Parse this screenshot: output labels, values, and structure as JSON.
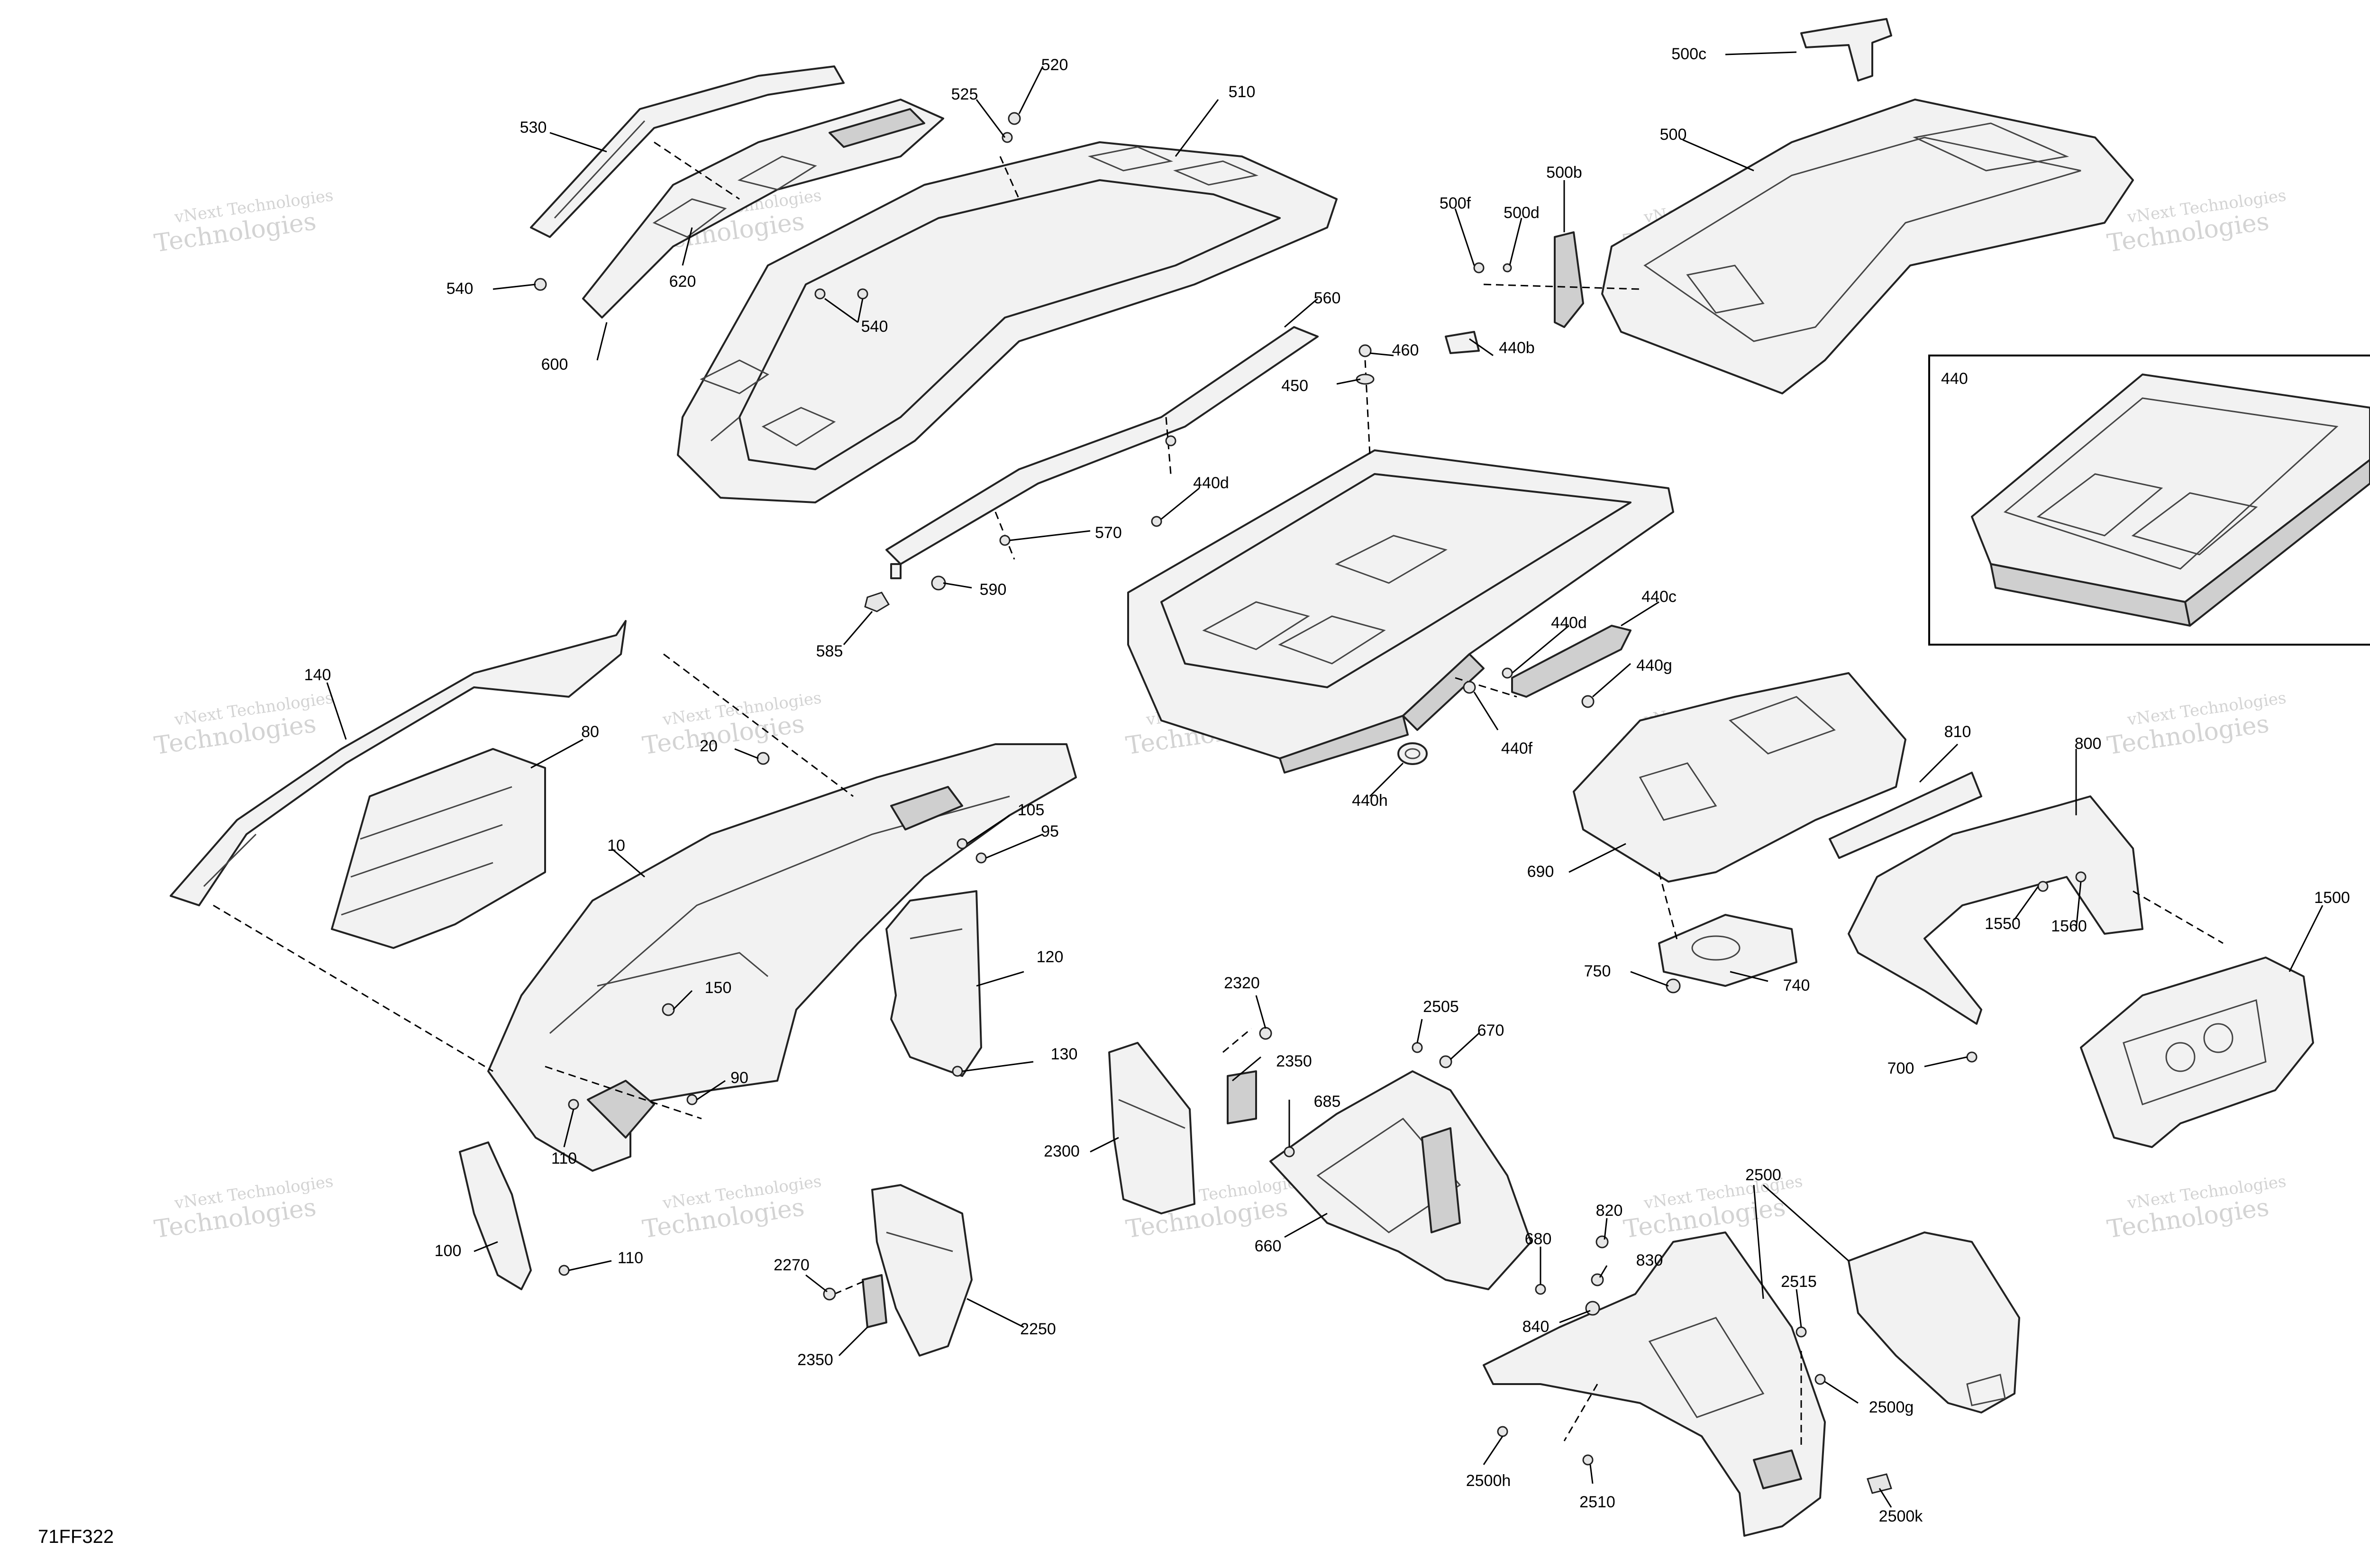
{
  "figure_code": "71FF322",
  "watermark": {
    "line1": "vNext Technologies",
    "line2": "Technologies"
  },
  "labels": {
    "l500c": "500c",
    "l520": "520",
    "l525": "525",
    "l510": "510",
    "l530": "530",
    "l500": "500",
    "l500b": "500b",
    "l500f": "500f",
    "l500d": "500d",
    "l540a": "540",
    "l540b": "540",
    "l620": "620",
    "l600": "600",
    "l560": "560",
    "l460": "460",
    "l440b": "440b",
    "l450": "450",
    "l440": "440",
    "l440d_a": "440d",
    "l570": "570",
    "l590": "590",
    "l585": "585",
    "l440c": "440c",
    "l440d_b": "440d",
    "l440g": "440g",
    "l440f": "440f",
    "l440h": "440h",
    "l140": "140",
    "l80": "80",
    "l20": "20",
    "l105": "105",
    "l95": "95",
    "l10": "10",
    "l120": "120",
    "l150": "150",
    "l130": "130",
    "l90": "90",
    "l110a": "110",
    "l110b": "110",
    "l100": "100",
    "l810": "810",
    "l800": "800",
    "l690": "690",
    "l1500": "1500",
    "l1550": "1550",
    "l1560": "1560",
    "l750": "750",
    "l740": "740",
    "l700": "700",
    "l2320": "2320",
    "l2505": "2505",
    "l670": "670",
    "l2350a": "2350",
    "l685": "685",
    "l2300": "2300",
    "l660": "660",
    "l680": "680",
    "l2500": "2500",
    "l820": "820",
    "l830": "830",
    "l840": "840",
    "l2515": "2515",
    "l2270": "2270",
    "l2250": "2250",
    "l2350b": "2350",
    "l2500g": "2500g",
    "l2500h": "2500h",
    "l2510": "2510",
    "l2500k": "2500k"
  }
}
